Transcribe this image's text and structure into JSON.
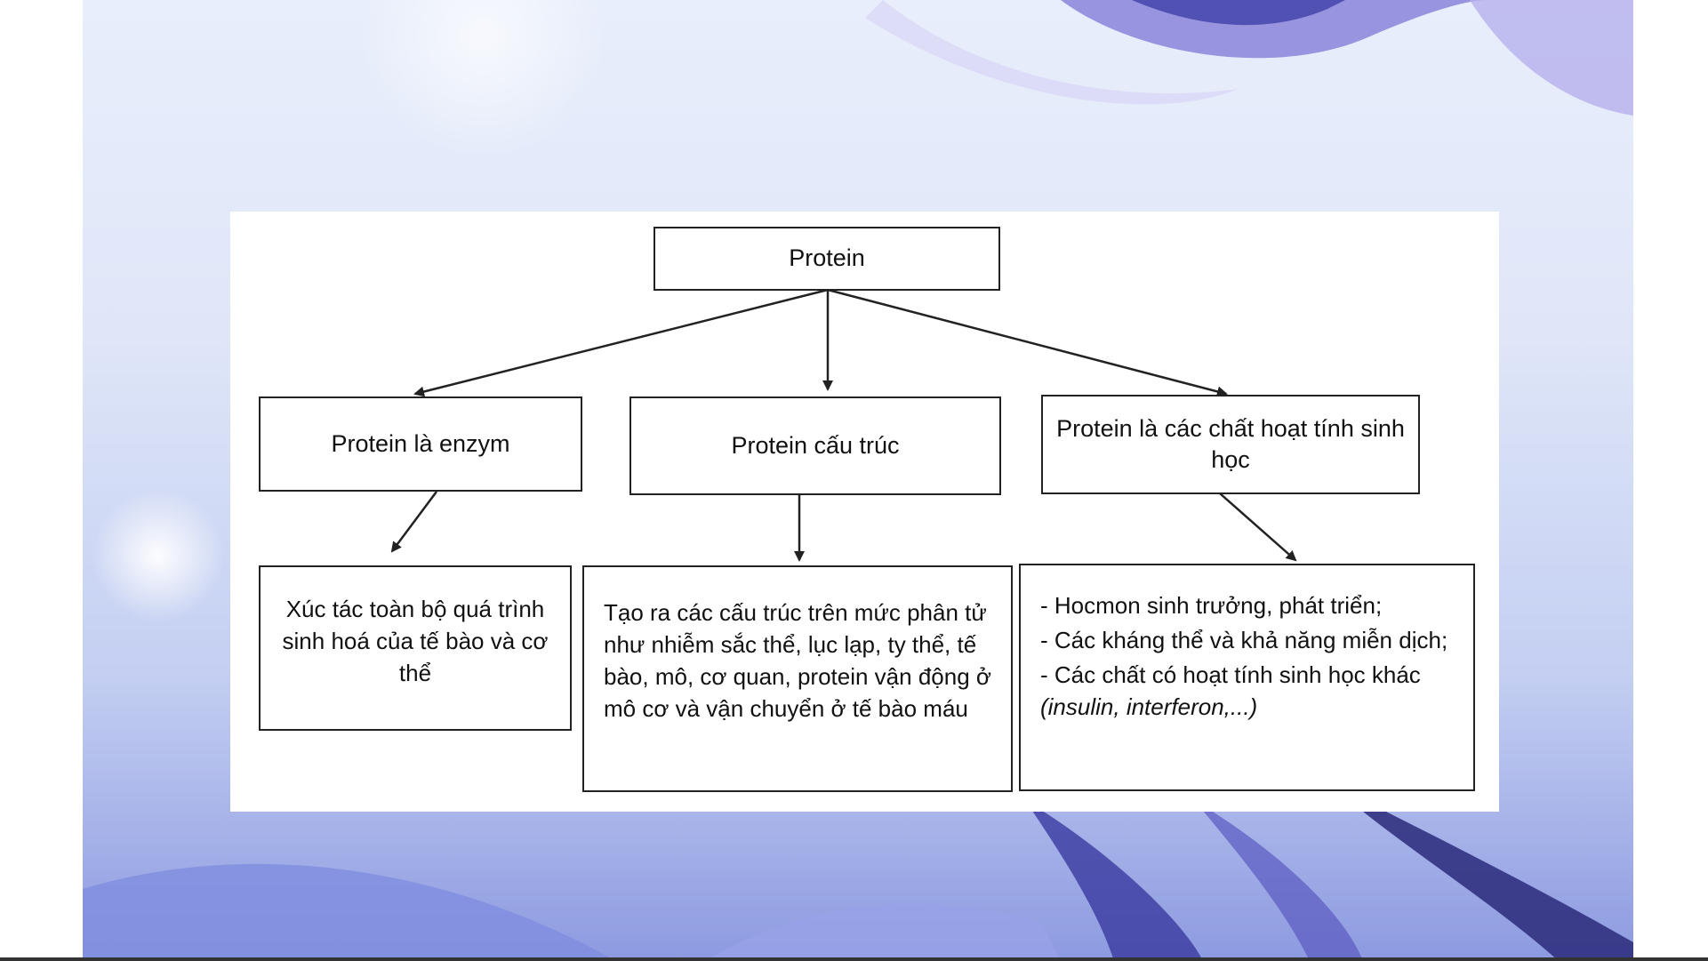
{
  "diagram": {
    "root": {
      "label": "Protein"
    },
    "branches": [
      {
        "label": "Protein là enzym",
        "description": "Xúc tác toàn bộ quá trình sinh hoá của tế bào và cơ thể"
      },
      {
        "label": "Protein cấu trúc",
        "description": "Tạo ra các cấu trúc trên mức phân tử như nhiễm sắc thể, lục lạp, ty thể, tế bào, mô, cơ quan, protein vận động ở mô cơ và vận chuyển ở tế bào máu"
      },
      {
        "label": "Protein là các chất hoạt tính sinh học",
        "description_lines": [
          {
            "text": "- Hocmon sinh trưởng, phát triển;"
          },
          {
            "text": "- Các kháng thể và khả năng miễn dịch;"
          },
          {
            "text": "- Các chất có hoạt tính sinh học khác ",
            "italic": "(insulin, interferon,...)"
          }
        ]
      }
    ]
  },
  "colors": {
    "slide_gradient_top": "#e8eefb",
    "slide_gradient_bottom": "#8d9ae0",
    "swirl_dark": "#6a67c9",
    "swirl_mid": "#9c8fe0",
    "line": "#222222"
  }
}
